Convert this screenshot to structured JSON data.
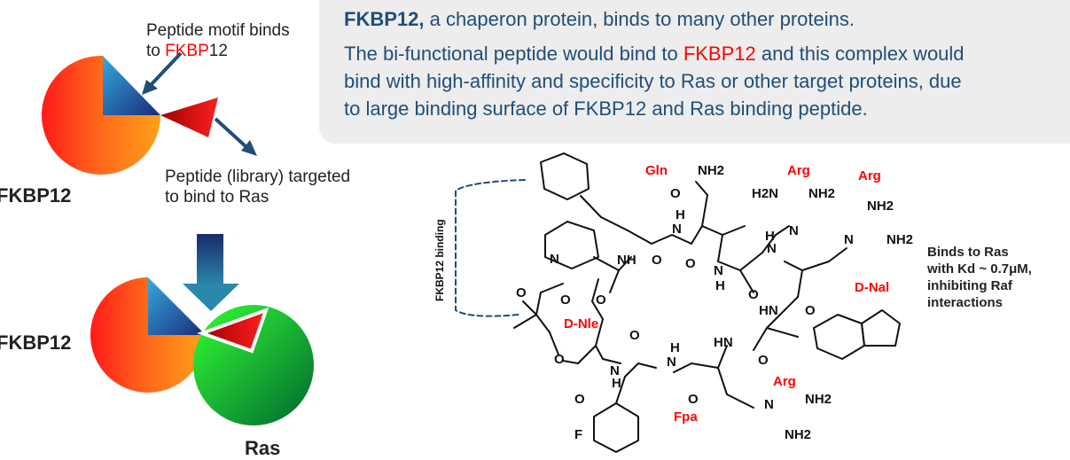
{
  "panel": {
    "line1_bold": "FKBP12,",
    "line1_rest": " a chaperon protein, binds to many other proteins.",
    "line2_a": "The bi-functional peptide would bind to ",
    "line2_red": "FKBP12",
    "line2_b": " and this complex would",
    "line3": "bind with high-affinity and specificity to Ras or other target proteins, due",
    "line4": "to large binding surface of FKBP12 and Ras binding peptide."
  },
  "left": {
    "motif_line1": "Peptide motif binds",
    "motif_line2_a": "to ",
    "motif_line2_red": "FKBP",
    "motif_line2_b": "12",
    "library_line1": "Peptide (library) targeted",
    "library_line2": "to bind to Ras",
    "fkbp_label_top": "FKBP12",
    "fkbp_label_bottom": "FKBP12",
    "ras_label": "Ras"
  },
  "structure": {
    "fkbp_binding": "FKBP12 binding",
    "residues": [
      "Gln",
      "Arg",
      "Arg",
      "D-Nal",
      "D-Nle",
      "Arg",
      "Fpa"
    ],
    "atoms": {
      "nh2": "NH2",
      "h2n": "H2N",
      "h": "H",
      "n": "N",
      "nh": "NH",
      "hn": "HN",
      "o": "O",
      "f": "F"
    },
    "side_note": [
      "Binds to Ras",
      "with Kd ~ 0.7μM,",
      "inhibiting Raf",
      "interactions"
    ]
  },
  "colors": {
    "navy": "#1f4e79",
    "red": "#ff0000",
    "teal": "#2e6f85",
    "dark_red": "#c00000"
  }
}
